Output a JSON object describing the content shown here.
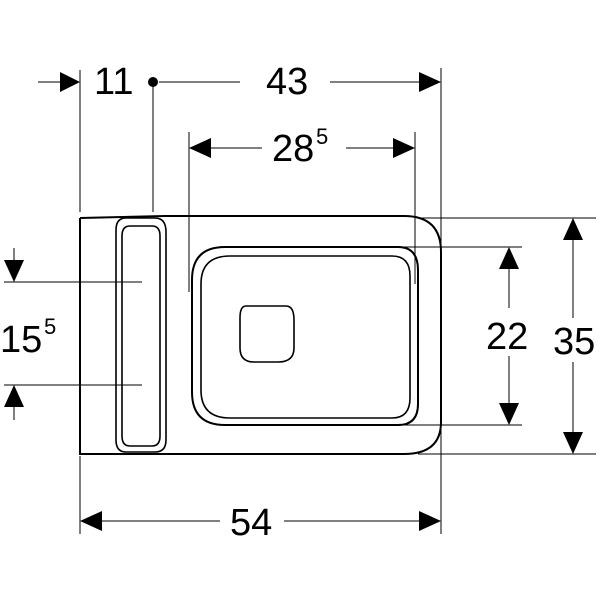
{
  "dimensions": {
    "depth_to_axis": {
      "value": "11",
      "unit_sup": ""
    },
    "axis_to_front": {
      "value": "43",
      "unit_sup": ""
    },
    "seat_inner_length": {
      "value": "28",
      "unit_sup": "5"
    },
    "overall_length": {
      "value": "54",
      "unit_sup": ""
    },
    "fixing_height": {
      "value": "15",
      "unit_sup": "5"
    },
    "seat_width": {
      "value": "22",
      "unit_sup": ""
    },
    "overall_width": {
      "value": "35",
      "unit_sup": ""
    }
  }
}
